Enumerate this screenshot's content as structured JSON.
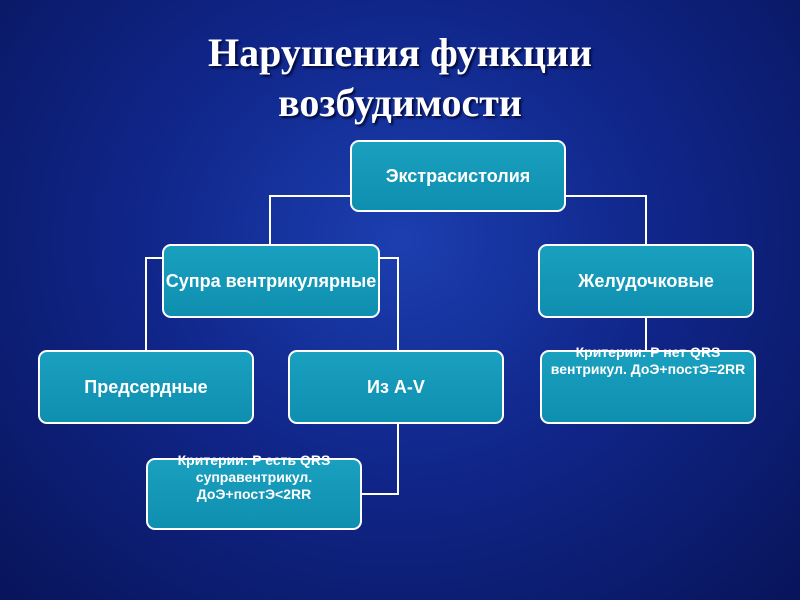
{
  "title": {
    "line1": "Нарушения функции",
    "line2": "возбудимости"
  },
  "nodes": {
    "root": "Экстрасистолия",
    "supra": "Супра вентрикулярные",
    "ventricular": "Желудочковые",
    "atrial": "Предсердные",
    "av": "Из А-V",
    "criteria_ventricular": "Критерии: P нет QRS вентрикул. ДоЭ+постЭ=2RR",
    "criteria_supra": "Критерии: P есть QRS суправентрикул. ДоЭ+постЭ<2RR"
  },
  "colors": {
    "box_fill": "#1aa0bf",
    "box_border": "#ffffff",
    "background": "#10268a"
  }
}
